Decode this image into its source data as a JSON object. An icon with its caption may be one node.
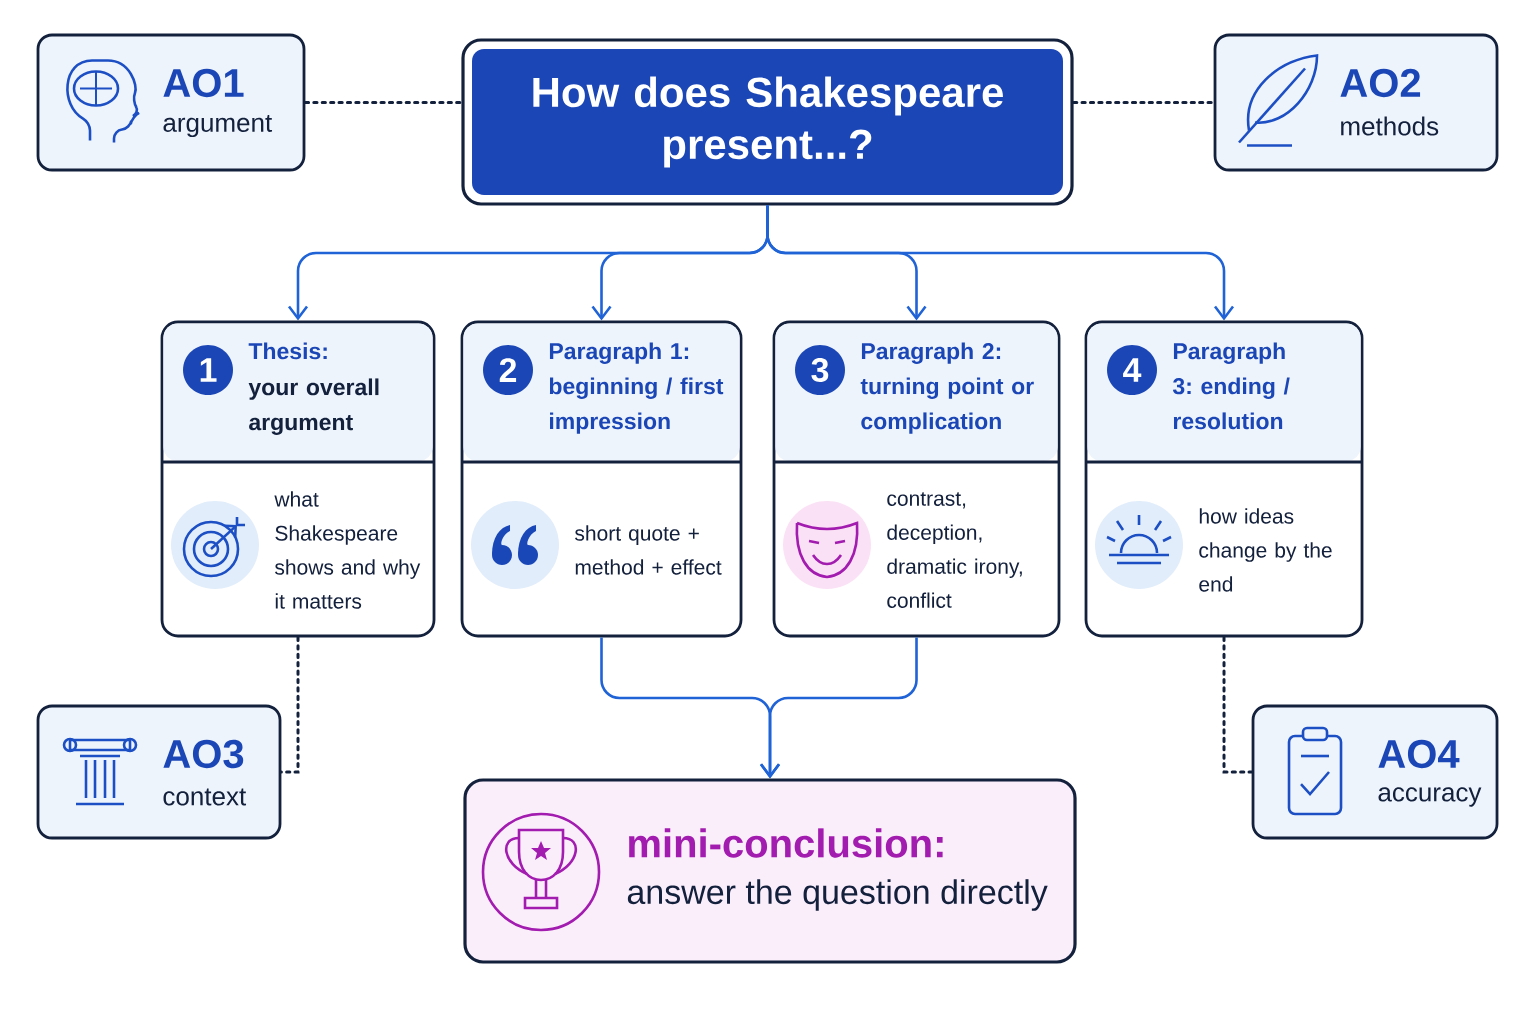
{
  "diagram": {
    "nodes": [
      {
        "text": [
          "How does Shakespeare present...?"
        ]
      },
      {
        "text": [
          "AO1",
          "argument"
        ]
      },
      {
        "text": [
          "AO2",
          "methods"
        ]
      },
      {
        "text": [
          "1",
          "Thesis:",
          "your overall argument",
          "what Shakespeare shows and why it matters"
        ]
      },
      {
        "text": [
          "2",
          "Paragraph 1: beginning / first impression",
          "short quote + method + effect"
        ]
      },
      {
        "text": [
          "3",
          "Paragraph 2: turning point or complication",
          "contrast, deception, dramatic irony, conflict"
        ]
      },
      {
        "text": [
          "4",
          "Paragraph 3: ending / resolution",
          "how ideas change by the end"
        ]
      },
      {
        "text": [
          "AO3",
          "context"
        ]
      },
      {
        "text": [
          "AO4",
          "accuracy"
        ]
      },
      {
        "text": [
          "mini-conclusion:",
          "answer the question directly"
        ]
      }
    ],
    "edges": [
      {
        "from": 1,
        "to": 0,
        "arrow": "none",
        "style": "dashed",
        "color": "#14213d"
      },
      {
        "from": 0,
        "to": 2,
        "arrow": "none",
        "style": "dashed",
        "color": "#14213d"
      },
      {
        "from": 0,
        "to": 3,
        "arrow": "to"
      },
      {
        "from": 0,
        "to": 4,
        "arrow": "to"
      },
      {
        "from": 0,
        "to": 5,
        "arrow": "to"
      },
      {
        "from": 0,
        "to": 6,
        "arrow": "to"
      },
      {
        "from": 4,
        "to": 9,
        "arrow": "to"
      },
      {
        "from": 5,
        "to": 9,
        "arrow": "to"
      },
      {
        "from": 3,
        "to": 7,
        "arrow": "none",
        "style": "dashed",
        "color": "#14213d"
      },
      {
        "from": 6,
        "to": 8,
        "arrow": "none",
        "style": "dashed",
        "color": "#14213d"
      }
    ]
  }
}
